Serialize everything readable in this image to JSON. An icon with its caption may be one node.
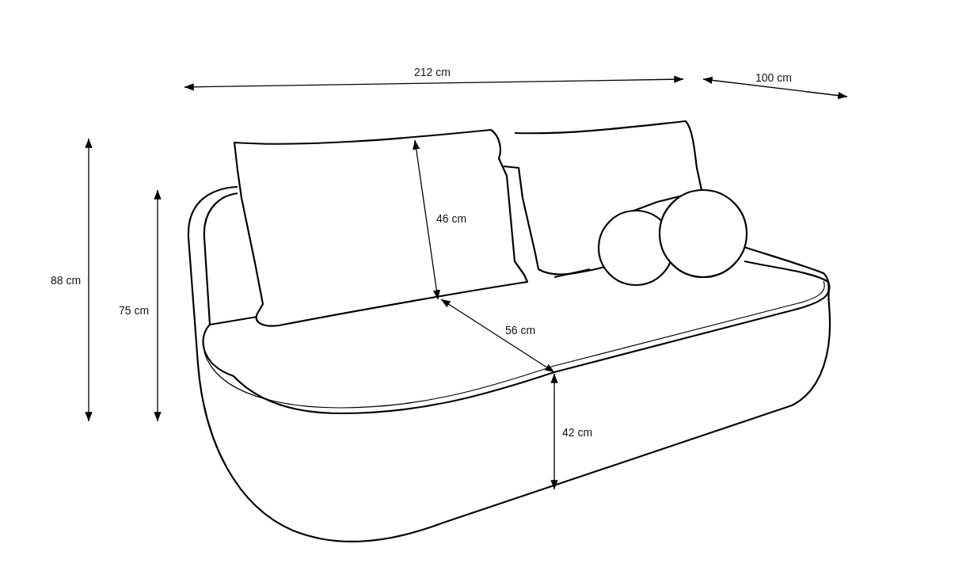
{
  "diagram": {
    "labels": [
      "212 cm",
      "100 cm",
      "46 cm",
      "88 cm",
      "75 cm",
      "56 cm",
      "42 cm"
    ]
  }
}
